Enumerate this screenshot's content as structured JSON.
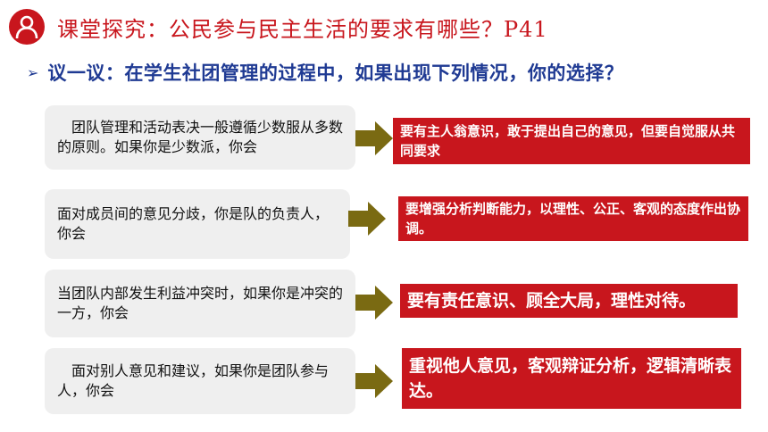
{
  "header": {
    "title": "课堂探究：公民参与民主生活的要求有哪些？P41"
  },
  "subtitle": {
    "bullet": "➢",
    "text": "议一议：在学生社团管理的过程中，如果出现下列情况，你的选择？"
  },
  "scenarios": [
    {
      "situation": "　团队管理和活动表决一般遵循少数服从多数的原则。如果你是少数派，你会",
      "answer": "要有主人翁意识，敢于提出自己的意见，但要自觉服从共同要求"
    },
    {
      "situation": " 面对成员间的意见分歧，你是队的负责人，你会",
      "answer": "要增强分析判断能力，以理性、公正、客观的态度作出协调。"
    },
    {
      "situation": "当团队内部发生利益冲突时，如果你是冲突的一方，你会",
      "answer": "要有责任意识、顾全大局，理性对待。"
    },
    {
      "situation": "　面对别人意见和建议，如果你是团队参与人，你会",
      "answer": "重视他人意见，客观辩证分析，逻辑清晰表达。"
    }
  ],
  "colors": {
    "accent_red": "#c8161d",
    "subtitle_blue": "#1f3a93",
    "arrow_olive": "#7a6a12",
    "card_gray": "#efefef"
  }
}
